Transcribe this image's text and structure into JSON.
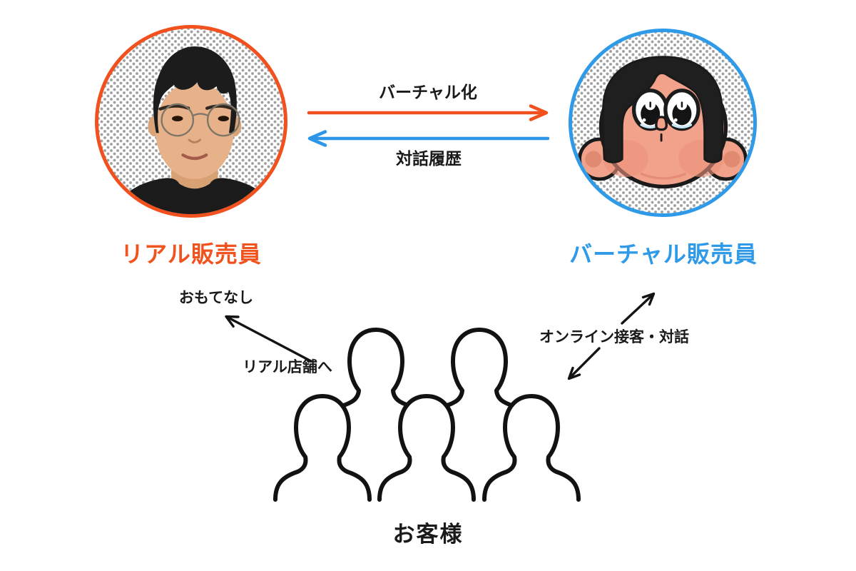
{
  "colors": {
    "orange": "#F1531F",
    "blue": "#2E9AE8",
    "ink": "#1A1A1A",
    "background": "#FFFFFF"
  },
  "real_salesperson": {
    "label": "リアル販売員",
    "avatar": "real-person-photo",
    "border_color": "#F1511E"
  },
  "virtual_salesperson": {
    "label": "バーチャル販売員",
    "avatar": "cartoon-face",
    "border_color": "#2E9AE8"
  },
  "top_flow": {
    "virtualization_arrow": {
      "label": "バーチャル化",
      "color": "#F1531F",
      "direction": "left-to-right"
    },
    "dialogue_history_arrow": {
      "label": "対話履歴",
      "color": "#2E9AE8",
      "direction": "right-to-left"
    }
  },
  "customer_flow": {
    "hospitality_label": "おもてなし",
    "to_real_store_label": "リアル店舗へ",
    "online_service_label": "オンライン接客・対話"
  },
  "customers": {
    "label": "お客様",
    "count": 5
  }
}
